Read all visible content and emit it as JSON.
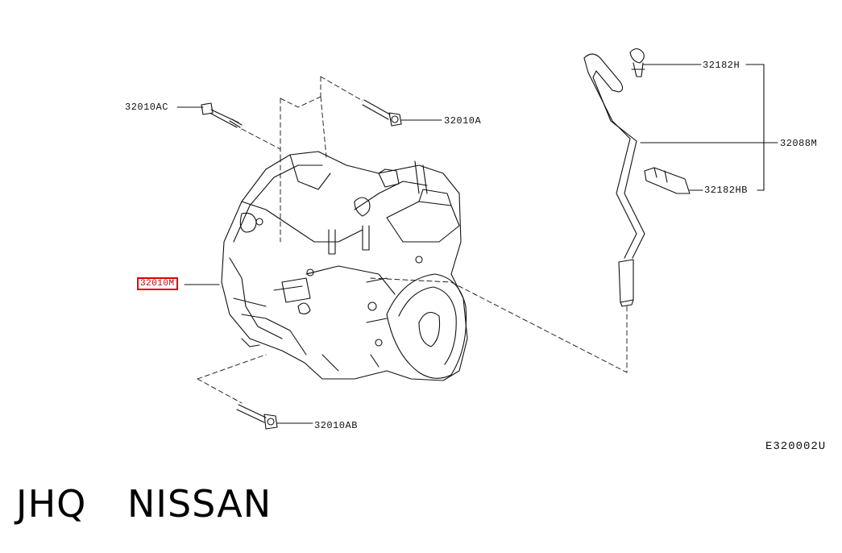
{
  "callouts": {
    "p32010AC": "32010AC",
    "p32010A": "32010A",
    "p32010M": "32010M",
    "p32010AB": "32010AB",
    "p32182H": "32182H",
    "p32088M": "32088M",
    "p32182HB": "32182HB"
  },
  "diagram_id": "E320002U",
  "footer": {
    "code": "JHQ",
    "brand": "NISSAN"
  },
  "colors": {
    "highlight": "#e00000",
    "line": "#111111"
  }
}
